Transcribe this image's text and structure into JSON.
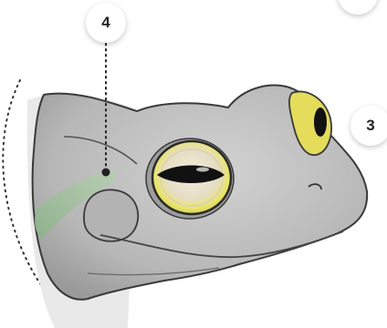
{
  "callouts": [
    {
      "id": "4",
      "label": "4"
    },
    {
      "id": "3",
      "label": "3"
    }
  ],
  "colors": {
    "skin": "#bdbdbd",
    "skin_dark": "#8d8d8d",
    "outline": "#3a3a3a",
    "stripe": "#9fbf9a",
    "iris": "#e9e46a",
    "eye_white": "#efe7dc",
    "pupil": "#111111"
  },
  "icons": {
    "callout_marker": "numbered-circle-badge"
  }
}
